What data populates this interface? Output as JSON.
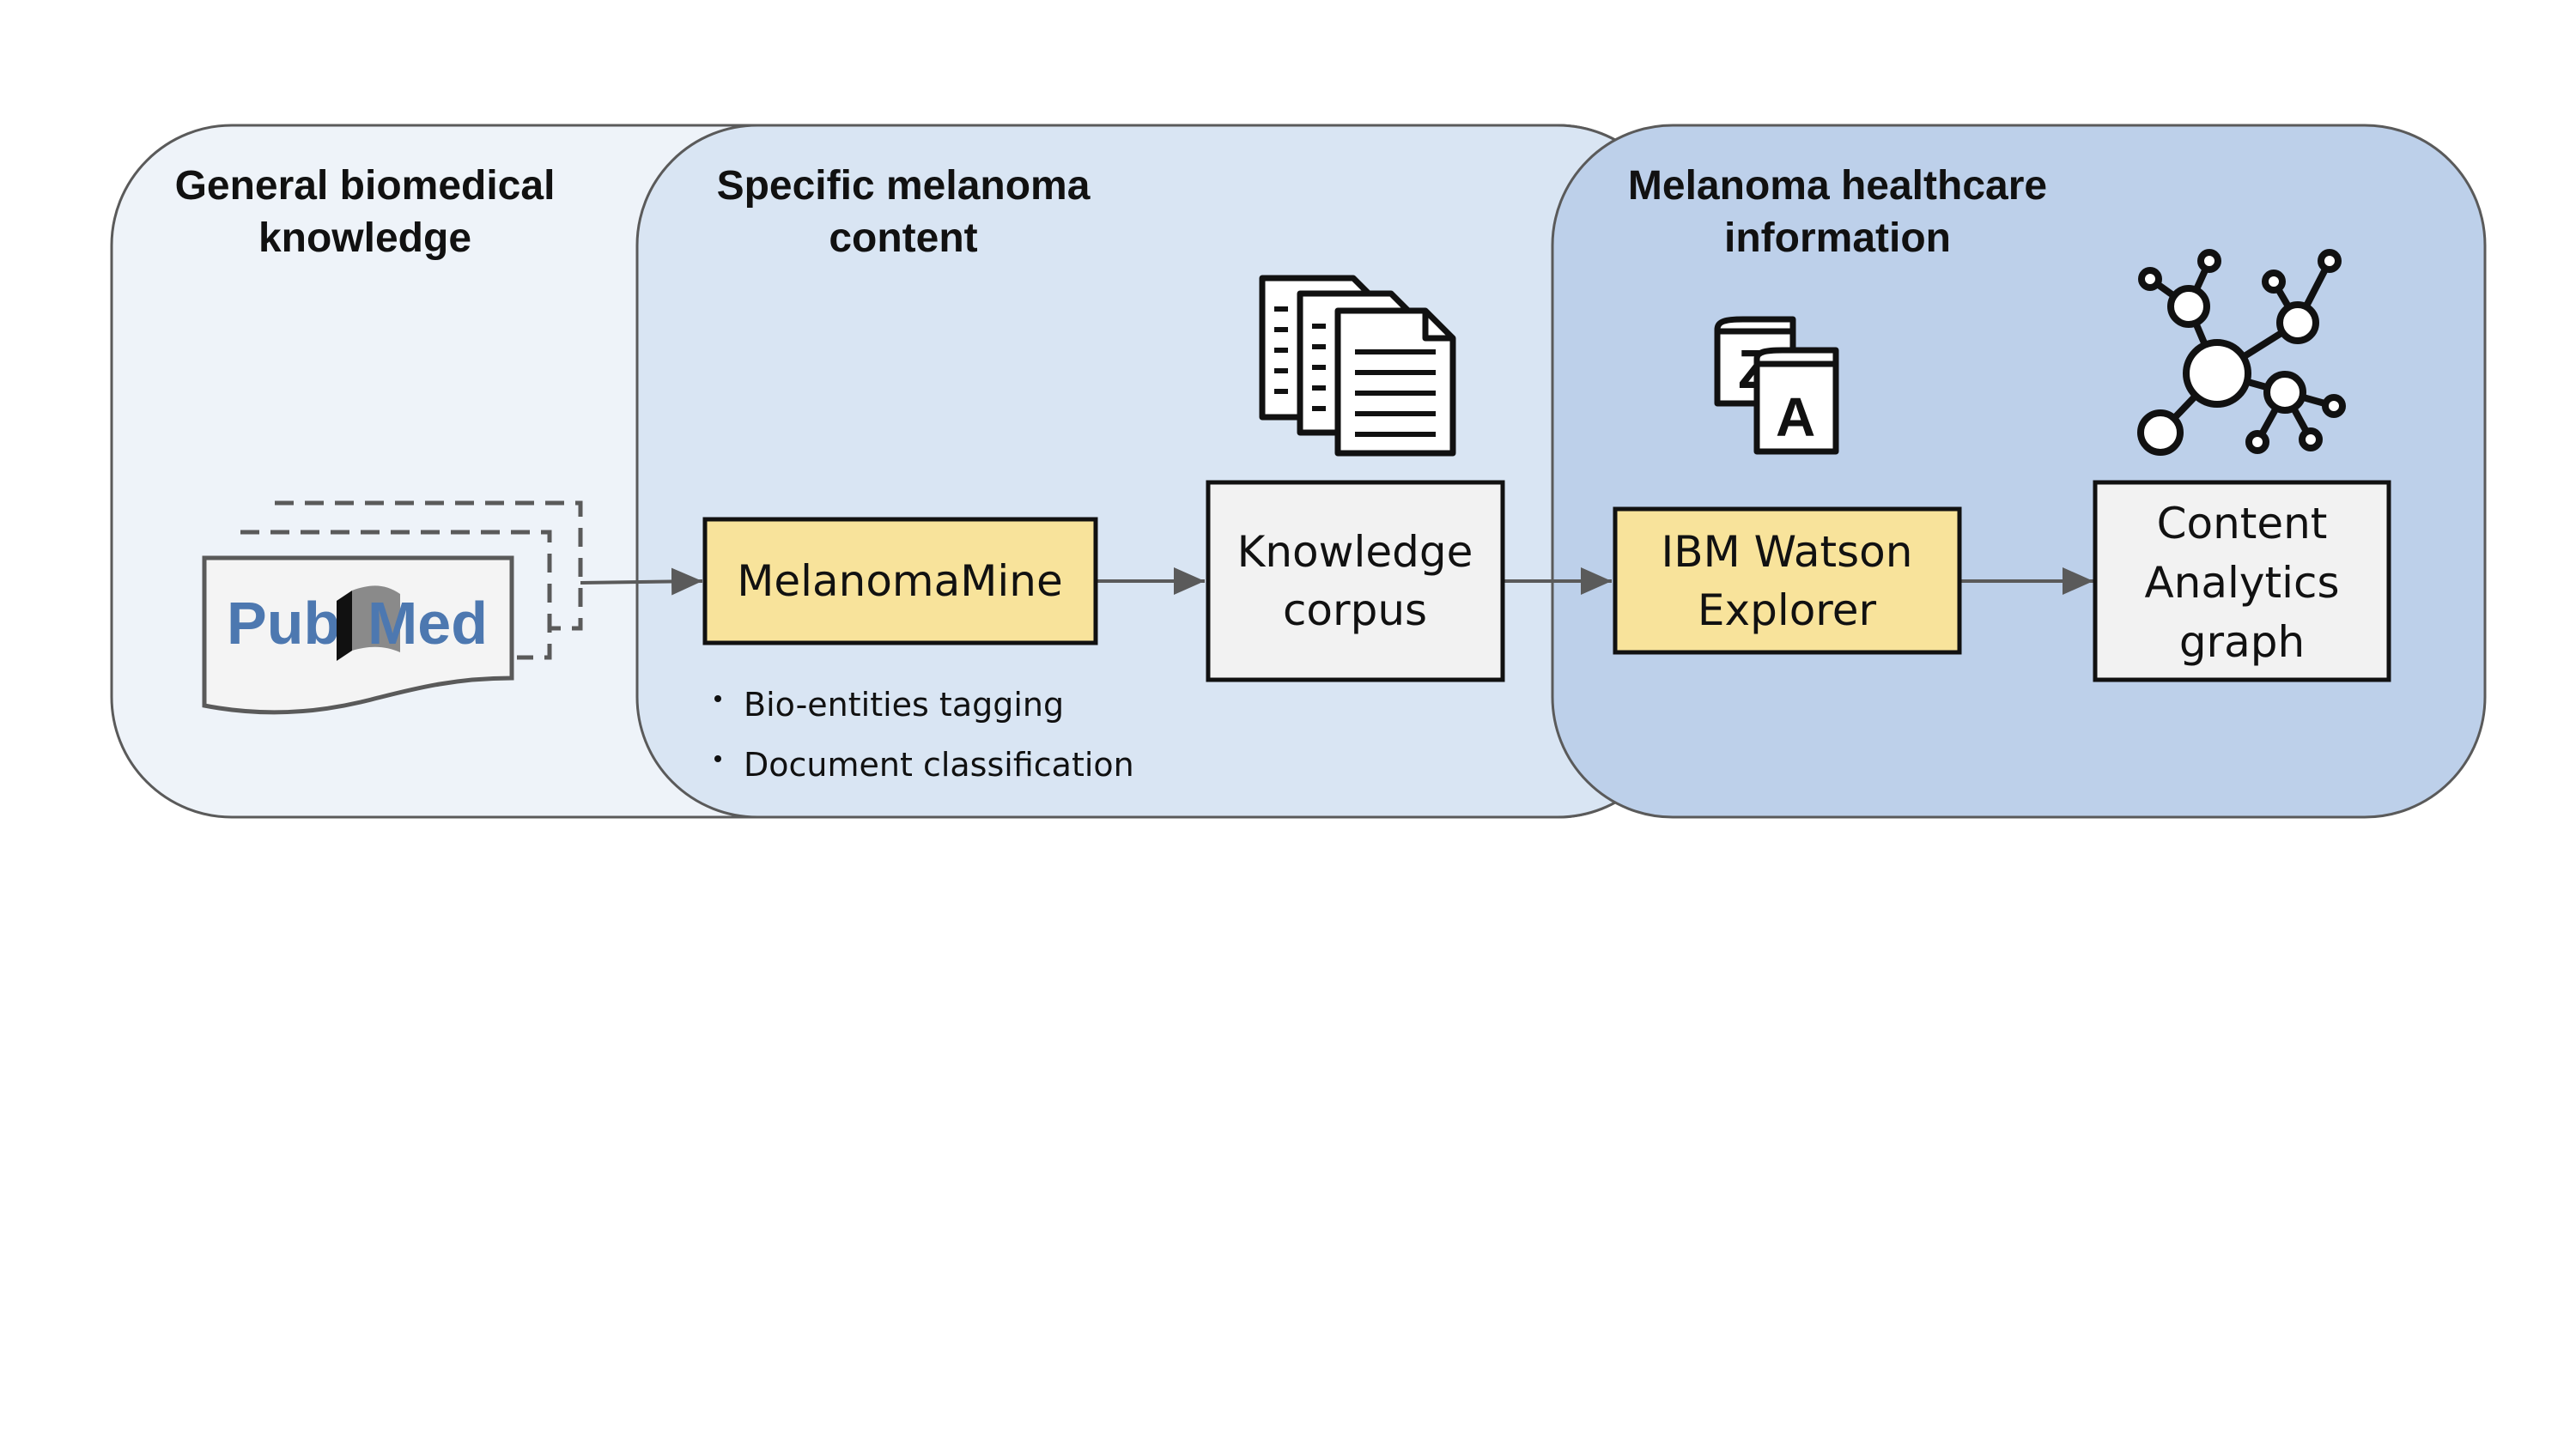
{
  "panels": {
    "general": {
      "title_line1": "General biomedical",
      "title_line2": "knowledge",
      "fill": "#eef3f9"
    },
    "specific": {
      "title_line1": "Specific melanoma",
      "title_line2": "content",
      "fill": "#d9e5f3"
    },
    "healthcare": {
      "title_line1": "Melanoma healthcare",
      "title_line2": "information",
      "fill": "#bdd0ea"
    }
  },
  "pubmed": {
    "logo_left": "Pub",
    "logo_right": "Med",
    "logo_color": "#4d78b0"
  },
  "boxes": {
    "melanomamine": {
      "label": "MelanomaMine",
      "fill": "#f8e39b"
    },
    "corpus": {
      "line1": "Knowledge",
      "line2": "corpus",
      "fill": "#f2f2f2"
    },
    "watson": {
      "line1": "IBM Watson",
      "line2": "Explorer",
      "fill": "#f8e39b"
    },
    "analytics": {
      "line1": "Content",
      "line2": "Analytics",
      "line3": "graph",
      "fill": "#f2f2f2"
    }
  },
  "bullets": [
    "Bio-entities tagging",
    "Document classification"
  ],
  "icons": {
    "documents": "documents-icon",
    "dictionary": "dictionary-az-icon",
    "network": "network-graph-icon"
  },
  "dictionary_letters": {
    "back": "Z",
    "front": "A"
  }
}
